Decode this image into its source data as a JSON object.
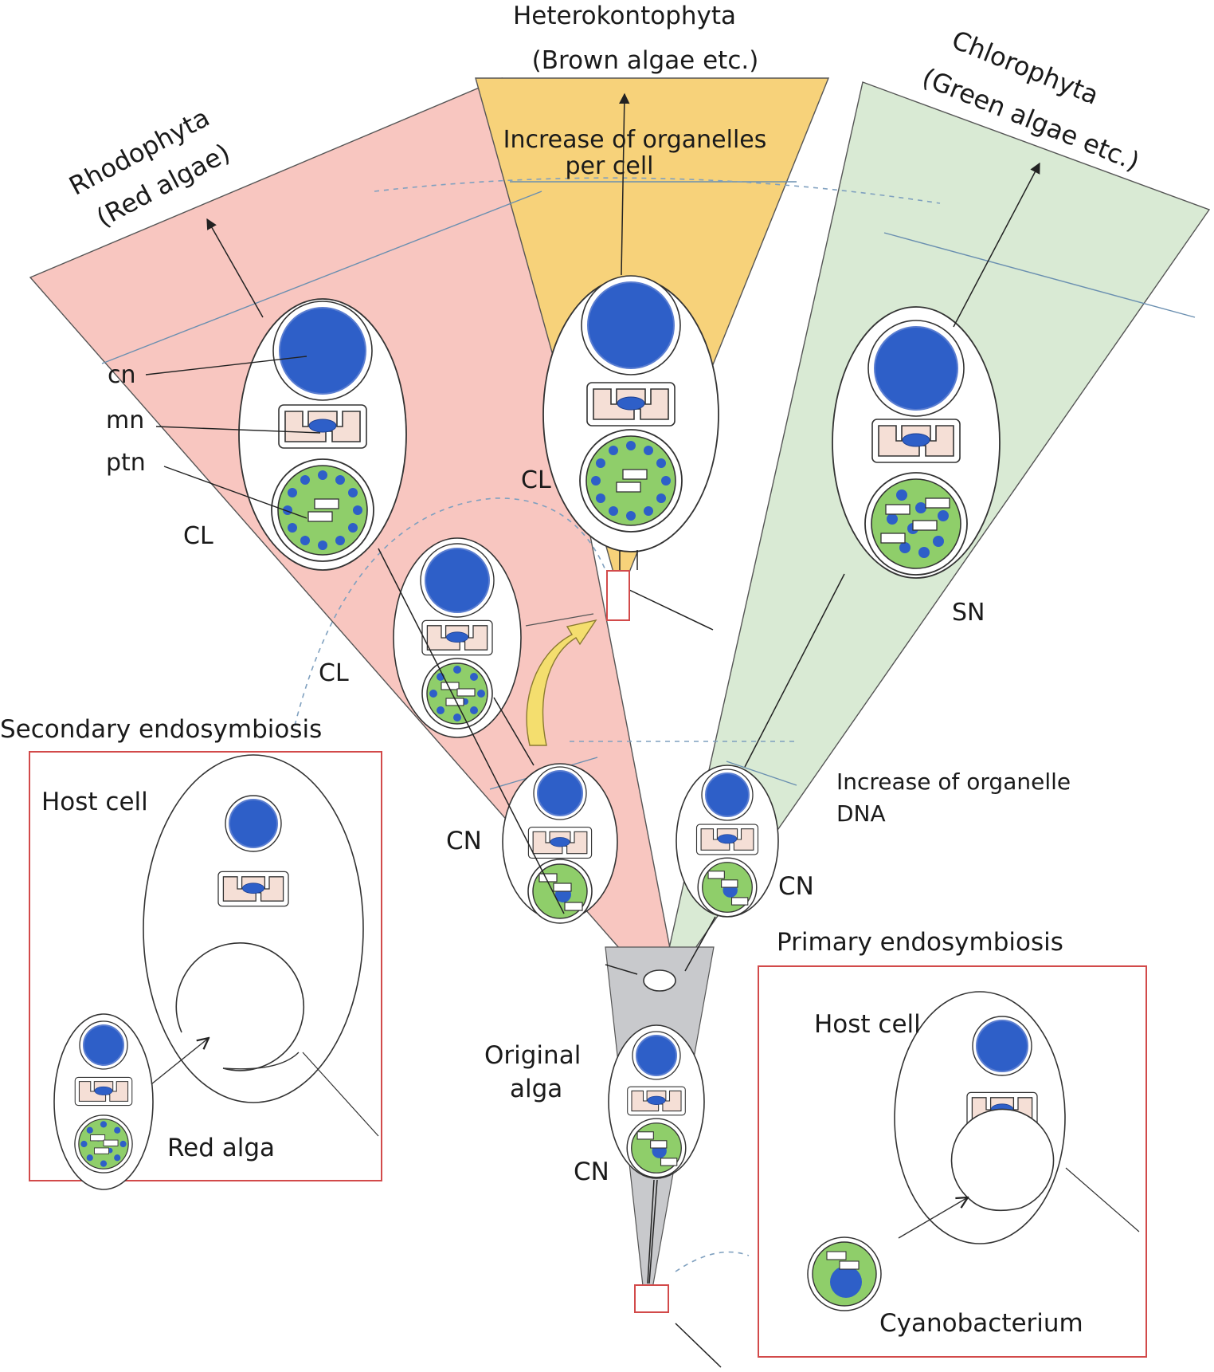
{
  "labels": {
    "hetero_title": "Heterokontophyta",
    "hetero_sub": "(Brown algae etc.)",
    "chloro_title": "Chlorophyta",
    "chloro_sub": "(Green algae etc.)",
    "rhodo_title": "Rhodophyta",
    "rhodo_sub": "(Red algae)",
    "increase_organelles_1": "Increase of organelles",
    "increase_organelles_2": "per cell",
    "cn_lower": "cn",
    "mn": "mn",
    "ptn": "ptn",
    "cl": "CL",
    "sn": "SN",
    "cn_upper": "CN",
    "secondary_endosymbiosis": "Secondary endosymbiosis",
    "primary_endosymbiosis": "Primary endosymbiosis",
    "host_cell": "Host cell",
    "red_alga": "Red alga",
    "increase_dna_1": "Increase of organelle",
    "increase_dna_2": "DNA",
    "original_alga_1": "Original",
    "original_alga_2": "alga",
    "cyanobacterium": "Cyanobacterium"
  },
  "colors": {
    "rhodophyta_fill": "#f8c6c0",
    "heterokont_fill": "#f7d27a",
    "chlorophyta_fill": "#d9ead4",
    "original_fill": "#c8c9cc",
    "nucleus_blue": "#2e5fc8",
    "nucleus_ring": "#5a7dd0",
    "mito_fill": "#f5dfd6",
    "plastid_green": "#8fce6a",
    "box_border": "#d24a4a",
    "yellow_arrow": "#f4de6e"
  }
}
